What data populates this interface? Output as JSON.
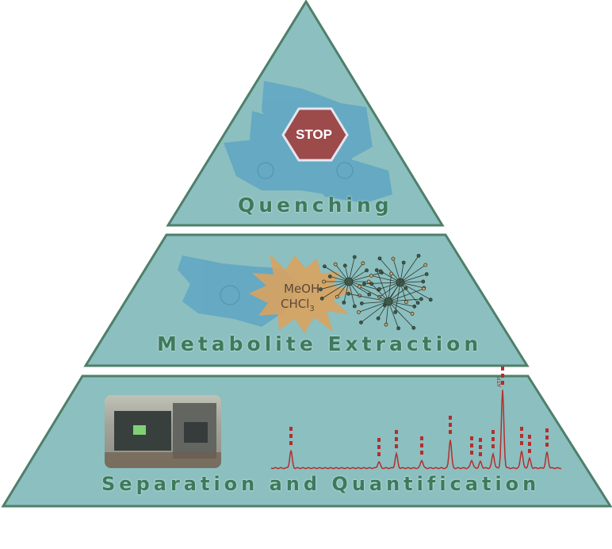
{
  "diagram": {
    "tiers": [
      {
        "label": "Quenching",
        "badge": "STOP"
      },
      {
        "label": "Metabolite Extraction",
        "solvents": [
          "MeOH",
          "CHCl",
          "3"
        ]
      },
      {
        "label": "Separation and Quantification",
        "peak_label": "ATP"
      }
    ]
  },
  "colors": {
    "tier_fill": "#8cbfbf",
    "tier_stroke": "#4f7f6a",
    "label_text": "#3d7a5c",
    "cell_blue": "#5fa6c4",
    "stop_sign": "#9c4a4a",
    "burst": "#d9a25f",
    "chromatogram": "#b52d2d"
  }
}
